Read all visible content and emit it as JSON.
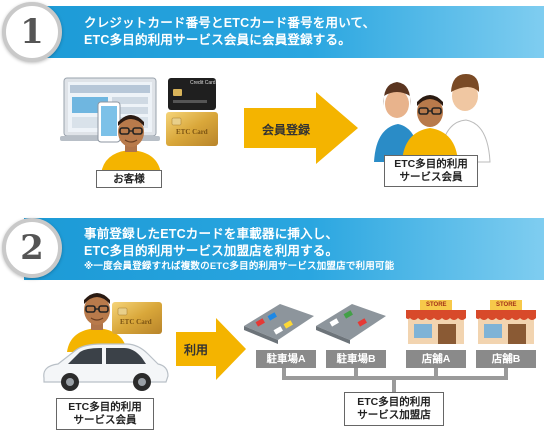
{
  "steps": [
    {
      "number": "1",
      "line1": "クレジットカード番号とETCカード番号を用いて、",
      "line2": "ETC多目的利用サービス会員に会員登録する。",
      "note": "",
      "customer_label": "お客様",
      "arrow_label": "会員登録",
      "member_label_line1": "ETC多目的利用",
      "member_label_line2": "サービス会員",
      "credit_card_text": "Credit Card",
      "etc_card_text": "ETC Card"
    },
    {
      "number": "2",
      "line1": "事前登録したETCカードを車載器に挿入し、",
      "line2": "ETC多目的利用サービス加盟店を利用する。",
      "note": "※一度会員登録すれば複数のETC多目的利用サービス加盟店で利用可能",
      "member_label_line1": "ETC多目的利用",
      "member_label_line2": "サービス会員",
      "etc_card_text": "ETC Card",
      "arrow_label": "利用",
      "places": [
        "駐車場A",
        "駐車場B",
        "店舗A",
        "店舗B"
      ],
      "store_sign": "STORE",
      "group_label_line1": "ETC多目的利用",
      "group_label_line2": "サービス加盟店"
    }
  ],
  "colors": {
    "band": "#1c9ad6",
    "arrow": "#f4b400",
    "card_gold": "#d9a73a",
    "shirt": "#f4b400",
    "circle_border": "#c9c9c9"
  }
}
